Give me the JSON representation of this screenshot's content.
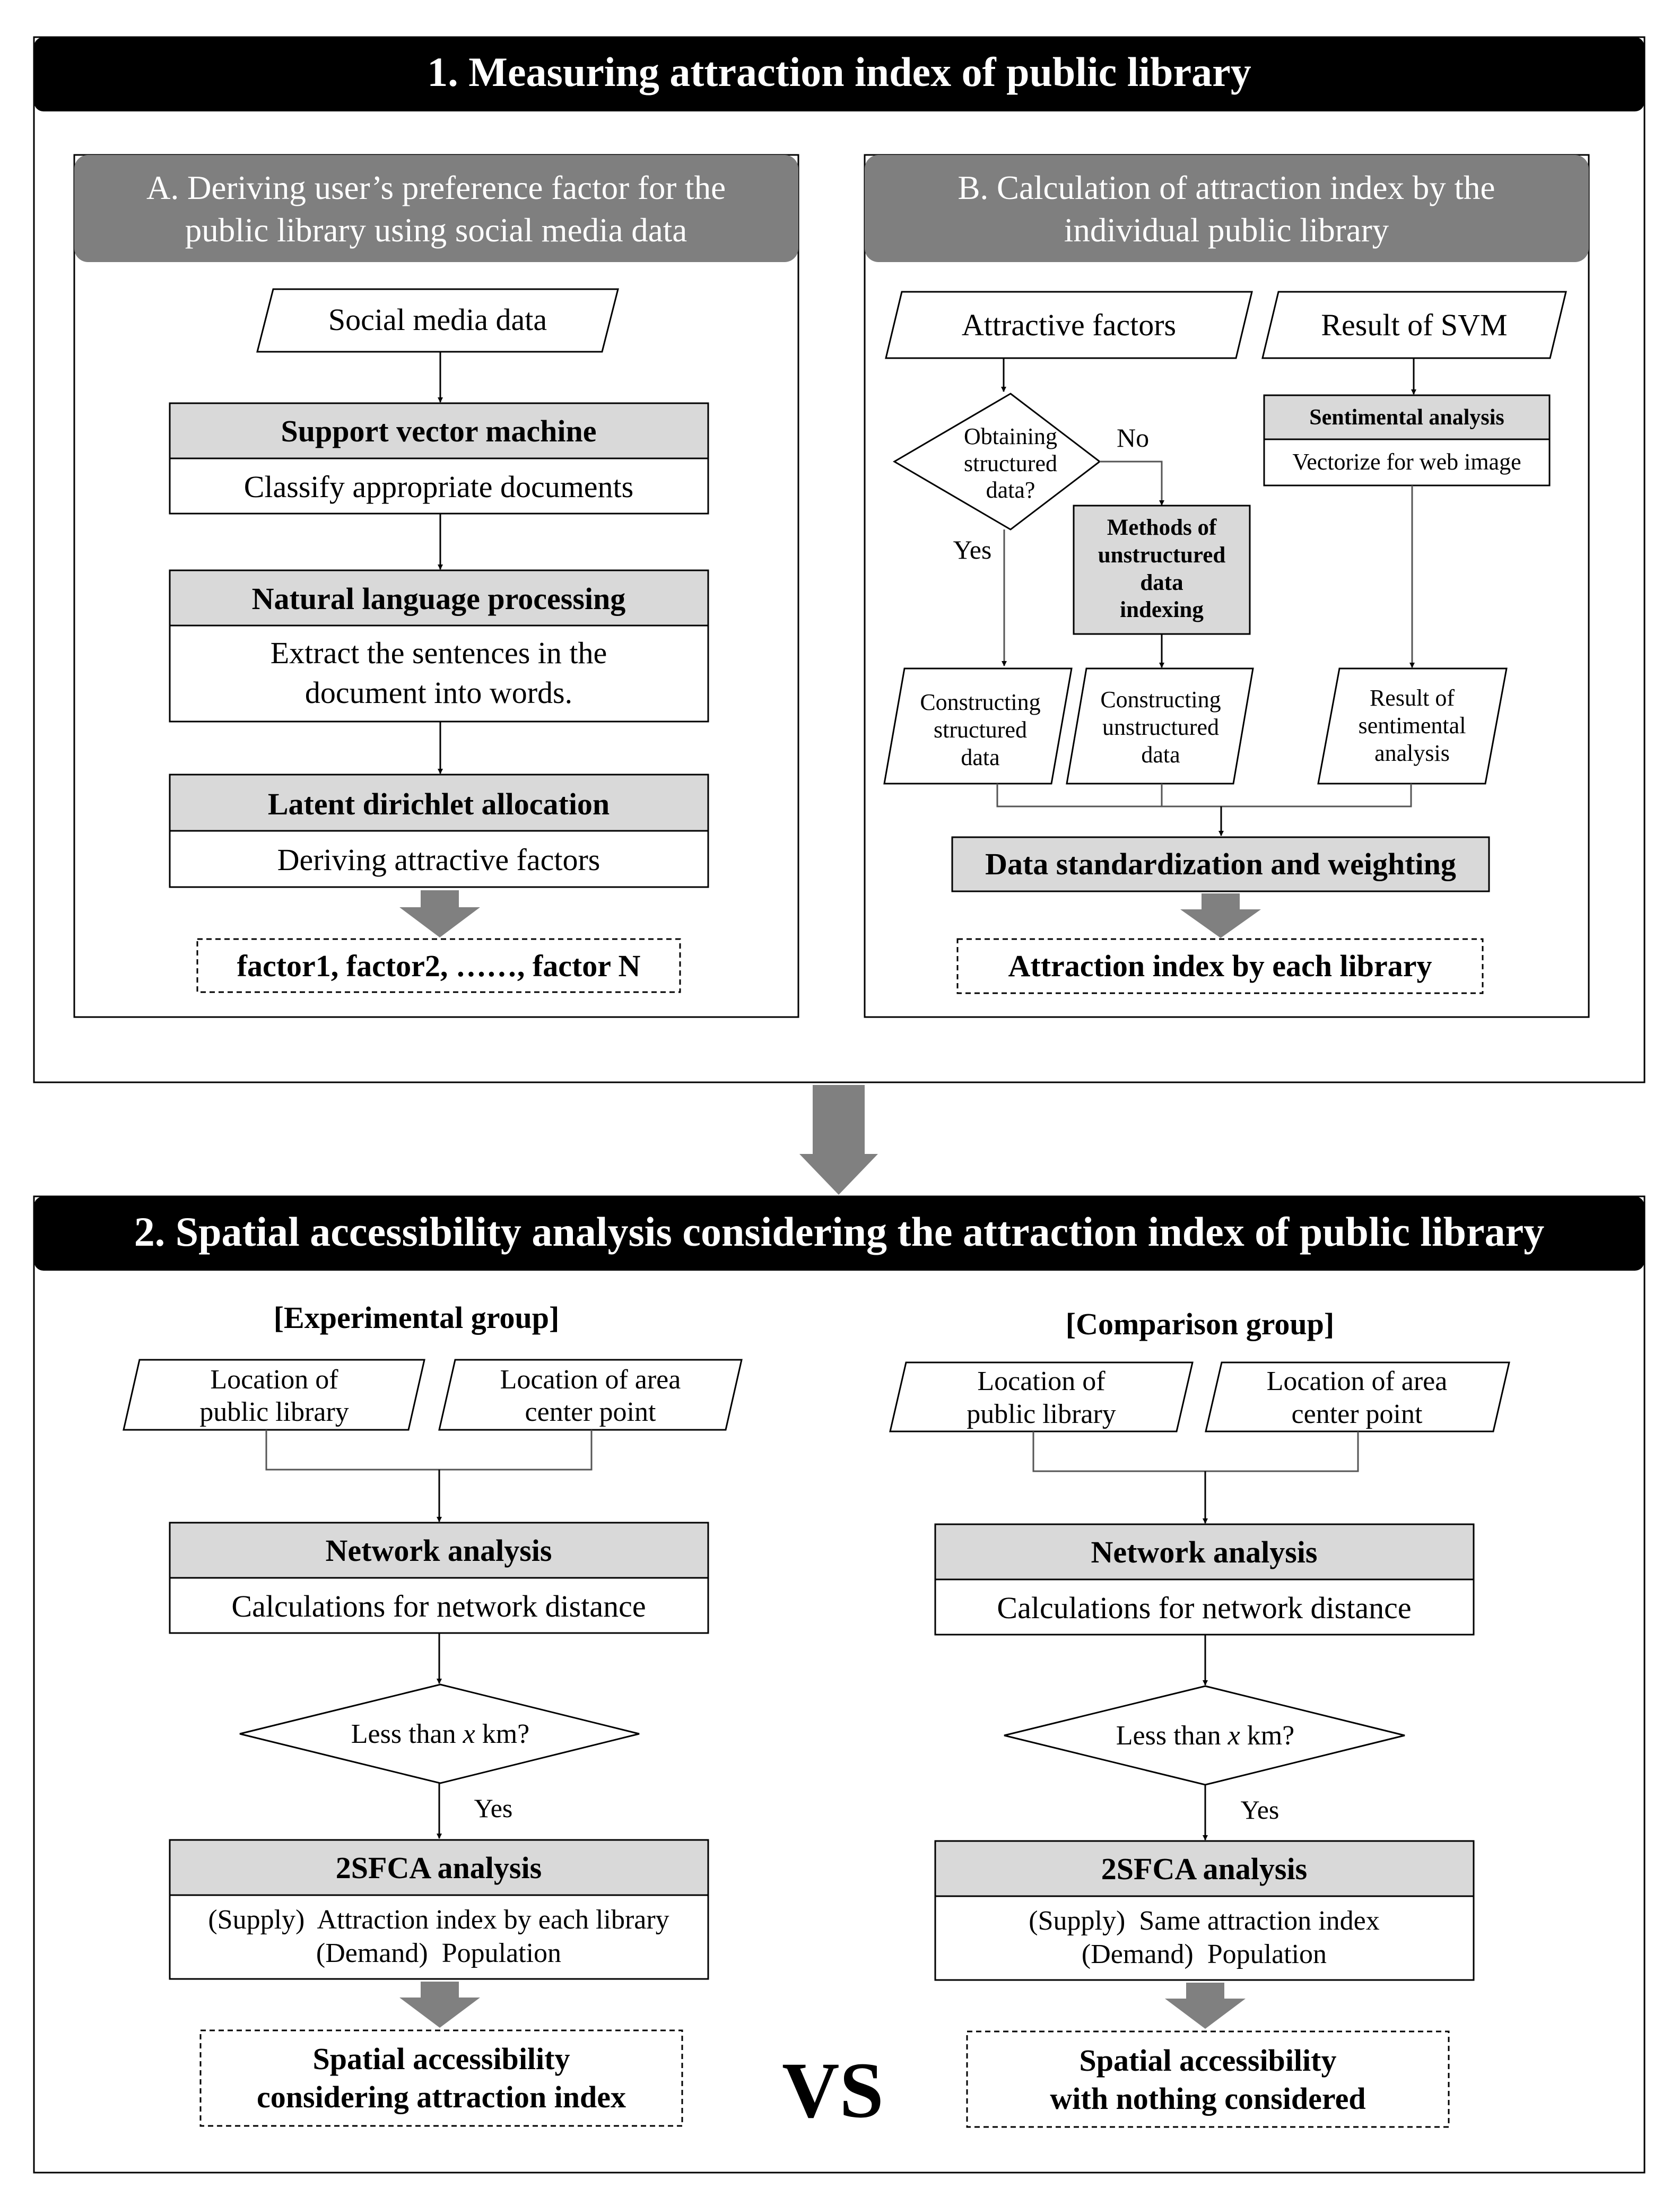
{
  "section1": {
    "title": "1. Measuring attraction index of public library",
    "panelA": {
      "header": [
        "A. Deriving user’s preference factor for the",
        "public library using social media data"
      ],
      "input": "Social media data",
      "step1": {
        "title": "Support vector machine",
        "body": [
          "Classify  appropriate  documents"
        ]
      },
      "step2": {
        "title": "Natural language processing",
        "body": [
          "Extract the sentences in the",
          "document into words."
        ]
      },
      "step3": {
        "title": "Latent dirichlet allocation",
        "body": [
          "Deriving attractive factors"
        ]
      },
      "output": "factor1, factor2, ……, factor N"
    },
    "panelB": {
      "header": [
        "B. Calculation of attraction index by the",
        "individual public library"
      ],
      "input_factors": "Attractive factors",
      "input_svm": "Result of SVM",
      "decision": [
        "Obtaining",
        "structured",
        "data?"
      ],
      "yes": "Yes",
      "no": "No",
      "methods": [
        "Methods of",
        "unstructured",
        "data",
        "indexing"
      ],
      "sentiment_title": "Sentimental analysis",
      "sentiment_body": "Vectorize for web image",
      "out_structured": [
        "Constructing",
        "structured",
        "data"
      ],
      "out_unstructured": [
        "Constructing",
        "unstructured",
        "data"
      ],
      "out_sentiment": [
        "Result of",
        "sentimental",
        "analysis"
      ],
      "standardize": "Data standardization and weighting",
      "output": "Attraction index by each library"
    }
  },
  "section2": {
    "title": "2. Spatial accessibility analysis considering the attraction index of public library",
    "experimental": {
      "label": "[Experimental group]",
      "in1": [
        "Location of",
        "public library"
      ],
      "in2": [
        "Location of area",
        "center point"
      ],
      "net_title": "Network analysis",
      "net_body": "Calculations for network distance",
      "decision": [
        "Less than ",
        "x",
        " km?"
      ],
      "yes": "Yes",
      "sfca_title": "2SFCA analysis",
      "sfca_body": [
        "(Supply)  Attraction index by each library",
        "(Demand)  Population"
      ],
      "output": [
        "Spatial accessibility",
        "considering attraction index"
      ]
    },
    "comparison": {
      "label": "[Comparison group]",
      "in1": [
        "Location of",
        "public library"
      ],
      "in2": [
        "Location of area",
        "center point"
      ],
      "net_title": "Network analysis",
      "net_body": "Calculations for network distance",
      "decision": [
        "Less than ",
        "x",
        " km?"
      ],
      "yes": "Yes",
      "sfca_title": "2SFCA analysis",
      "sfca_body": [
        "(Supply)  Same attraction index",
        "(Demand)  Population"
      ],
      "output": [
        "Spatial accessibility",
        "with nothing considered"
      ]
    },
    "vs": "VS"
  },
  "colors": {
    "title_bar": "#000000",
    "panel_header": "#7f7f7f",
    "box_title": "#d9d9d9",
    "arrow": "#808080",
    "line": "#000000",
    "connector": "#555555"
  }
}
